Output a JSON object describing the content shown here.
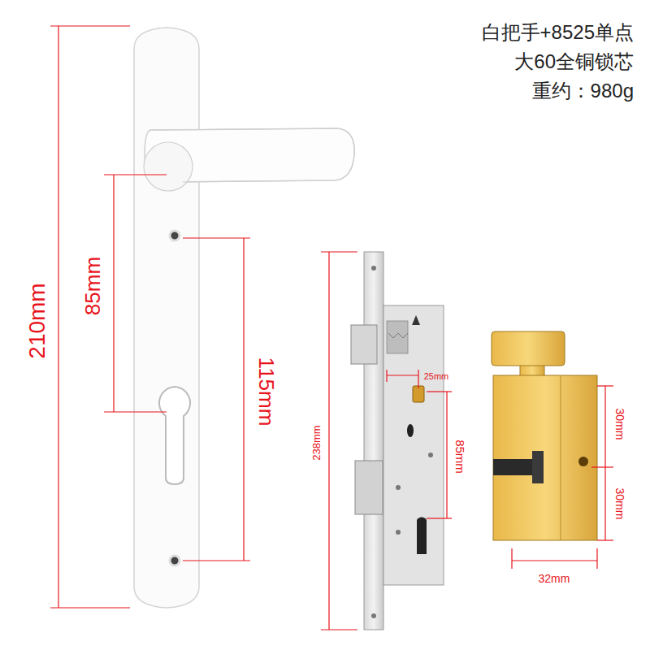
{
  "diagram": {
    "labels": [
      "白把手+8525单点",
      "大60全铜锁芯",
      "重约：980g",
      "210mm",
      "85mm",
      "115mm",
      "238mm",
      "25mm",
      "85mm",
      "30mm",
      "30mm",
      "32mm"
    ]
  }
}
